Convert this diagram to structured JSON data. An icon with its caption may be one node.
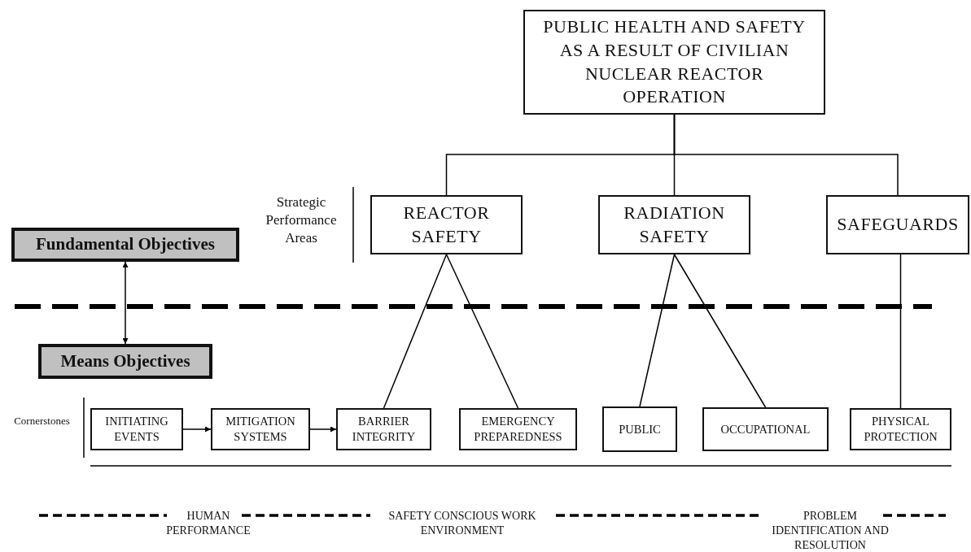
{
  "diagram": {
    "nodes": [
      {
        "text": [
          "PUBLIC HEALTH AND SAFETY AS A RESULT OF CIVILIAN NUCLEAR REACTOR OPERATION"
        ]
      },
      {
        "text": [
          "REACTOR SAFETY"
        ]
      },
      {
        "text": [
          "RADIATION SAFETY"
        ]
      },
      {
        "text": [
          "SAFEGUARDS"
        ]
      },
      {
        "text": [
          "Fundamental Objectives"
        ]
      },
      {
        "text": [
          "Means Objectives"
        ]
      },
      {
        "text": [
          "INITIATING EVENTS"
        ]
      },
      {
        "text": [
          "MITIGATION SYSTEMS"
        ]
      },
      {
        "text": [
          "BARRIER INTEGRITY"
        ]
      },
      {
        "text": [
          "EMERGENCY PREPAREDNESS"
        ]
      },
      {
        "text": [
          "PUBLIC"
        ]
      },
      {
        "text": [
          "OCCUPATIONAL"
        ]
      },
      {
        "text": [
          "PHYSICAL PROTECTION"
        ]
      }
    ],
    "edges": [
      {
        "from": 0,
        "to": 1,
        "arrow": "none"
      },
      {
        "from": 0,
        "to": 2,
        "arrow": "none"
      },
      {
        "from": 0,
        "to": 3,
        "arrow": "none"
      },
      {
        "from": 4,
        "to": 5,
        "arrow": "both"
      },
      {
        "from": 6,
        "to": 7,
        "arrow": "to"
      },
      {
        "from": 7,
        "to": 8,
        "arrow": "to"
      },
      {
        "from": 1,
        "to": 8,
        "arrow": "none"
      },
      {
        "from": 1,
        "to": 9,
        "arrow": "none"
      },
      {
        "from": 2,
        "to": 10,
        "arrow": "none"
      },
      {
        "from": 2,
        "to": 11,
        "arrow": "none"
      },
      {
        "from": 3,
        "to": 12,
        "arrow": "none"
      }
    ],
    "labels": [
      "Strategic Performance Areas",
      "Cornerstones",
      "HUMAN PERFORMANCE",
      "SAFETY CONSCIOUS WORK ENVIRONMENT",
      "PROBLEM IDENTIFICATION AND RESOLUTION"
    ]
  }
}
